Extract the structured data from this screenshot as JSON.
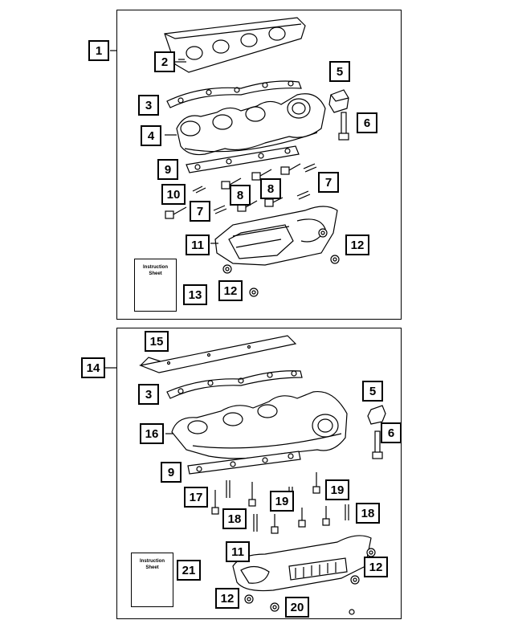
{
  "upper_panel": {
    "assembly_callout": "1",
    "callouts": [
      "2",
      "3",
      "4",
      "5",
      "6",
      "7",
      "7",
      "8",
      "8",
      "9",
      "10",
      "11",
      "12",
      "12",
      "13"
    ],
    "instruction_sheet": {
      "line1": "Instruction",
      "line2": "Sheet"
    }
  },
  "lower_panel": {
    "assembly_callout": "14",
    "callouts": [
      "15",
      "3",
      "5",
      "16",
      "6",
      "9",
      "17",
      "18",
      "19",
      "19",
      "18",
      "11",
      "12",
      "21",
      "12",
      "20"
    ],
    "instruction_sheet": {
      "line1": "Instruction",
      "line2": "Sheet"
    }
  }
}
